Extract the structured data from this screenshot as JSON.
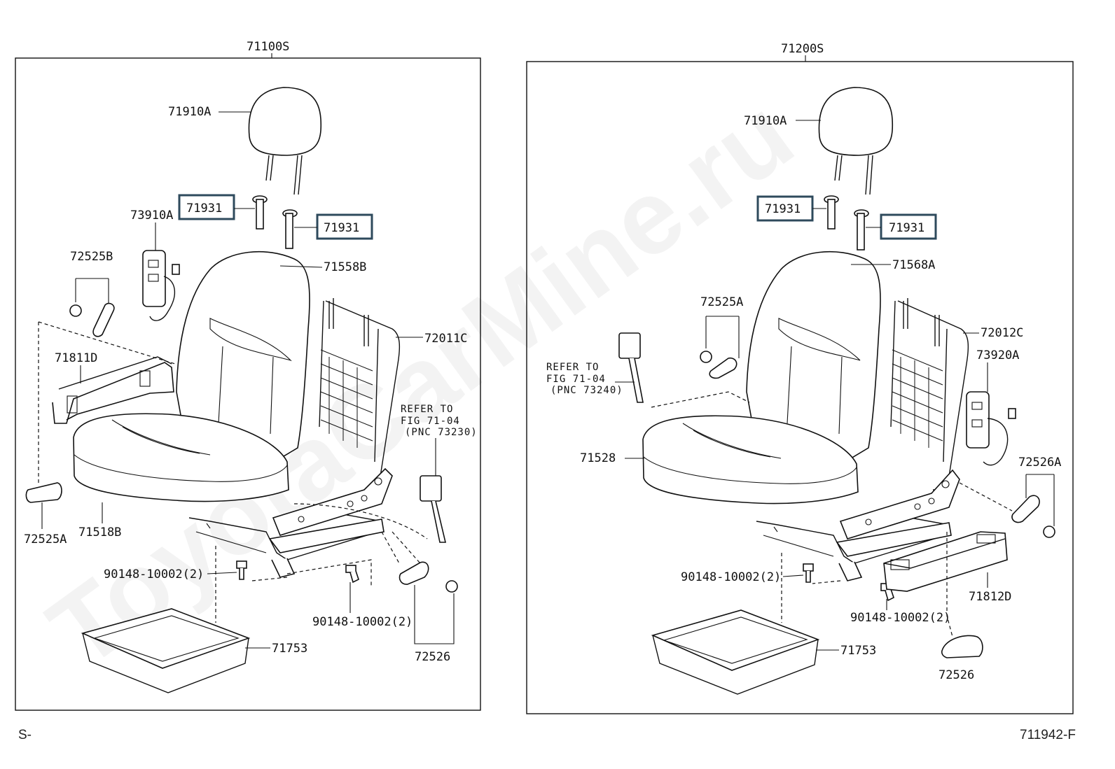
{
  "watermark": "ToyotaCarMine.ru",
  "left": {
    "assembly": "71100S",
    "headrest": "71910A",
    "support_1": "71931",
    "support_2": "71931",
    "switch": "73910A",
    "clip_set": "72525B",
    "back_cover": "71558B",
    "frame": "72011C",
    "side_shield": "71811D",
    "refer": {
      "line1": "REFER TO",
      "line2": "FIG 71-04",
      "line3": "(PNC 73230)"
    },
    "knob": "72525A",
    "cushion_cover": "71518B",
    "bolt_1": "90148-10002(2)",
    "bolt_2": "90148-10002(2)",
    "pan": "71753",
    "cover_set": "72526"
  },
  "right": {
    "assembly": "71200S",
    "headrest": "71910A",
    "support_1": "71931",
    "support_2": "71931",
    "back_cover": "71568A",
    "clip_set": "72525A",
    "frame": "72012C",
    "refer": {
      "line1": "REFER TO",
      "line2": "FIG 71-04",
      "line3": "(PNC 73240)"
    },
    "switch": "73920A",
    "cushion_cover": "71528",
    "cover_set_a": "72526A",
    "bolt_1": "90148-10002(2)",
    "bolt_2": "90148-10002(2)",
    "side_shield": "71812D",
    "pan": "71753",
    "cover": "72526"
  },
  "footer": {
    "left": "S-",
    "right": "711942-F"
  },
  "colors": {
    "highlight": "#2e4a5c",
    "ink": "#111111"
  }
}
